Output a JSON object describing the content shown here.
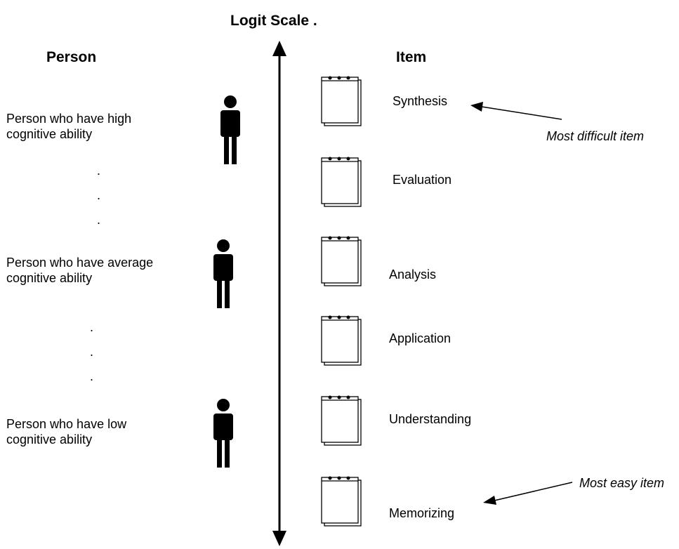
{
  "title": "Logit Scale  .",
  "person_header": "Person",
  "item_header": "Item",
  "persons": [
    {
      "line1": "Person who have high",
      "line2": "cognitive ability"
    },
    {
      "line1": "Person who have average",
      "line2": "cognitive ability"
    },
    {
      "line1": "Person who have low",
      "line2": "cognitive ability"
    }
  ],
  "ellipsis_dot": ".",
  "items": [
    "Synthesis",
    "Evaluation",
    "Analysis",
    "Application",
    "Understanding",
    "Memorizing"
  ],
  "annotations": {
    "most_difficult": "Most difficult item",
    "most_easy": "Most easy item"
  }
}
